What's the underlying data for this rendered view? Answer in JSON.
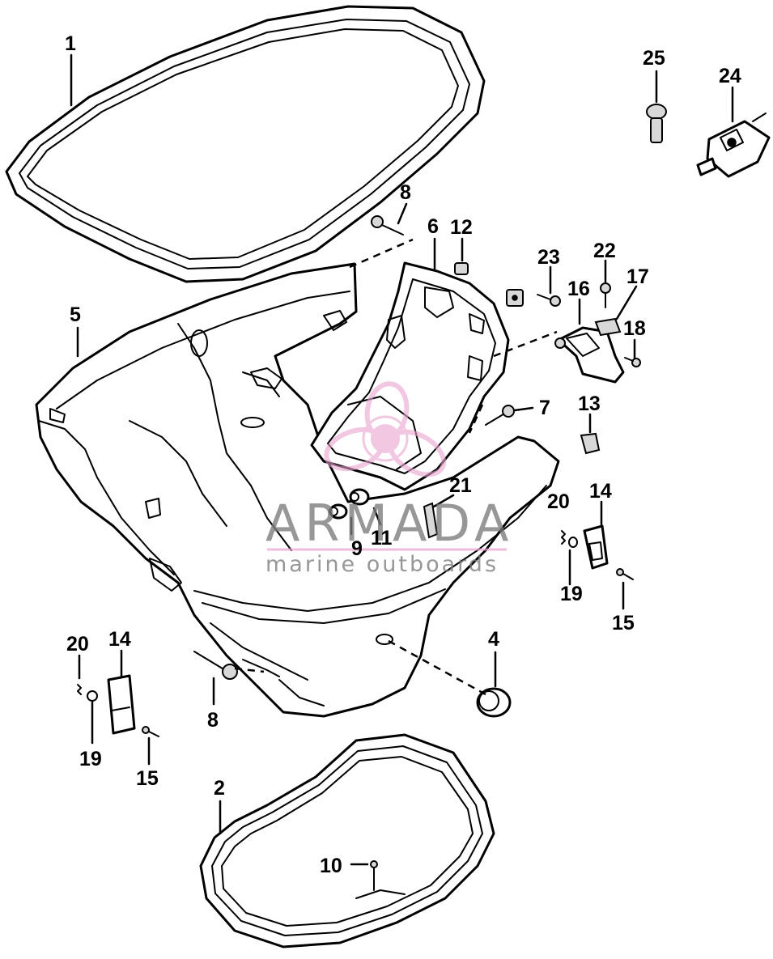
{
  "watermark": {
    "brand": "ARMADA",
    "tagline": "marine outboards",
    "logo_color": "#e9a3cf",
    "text_color": "#7a7a7a"
  },
  "callouts": {
    "p1": "1",
    "p2": "2",
    "p4": "4",
    "p5": "5",
    "p6": "6",
    "p7": "7",
    "p8_top": "8",
    "p8_bottom": "8",
    "p9": "9",
    "p10": "10",
    "p11": "11",
    "p12": "12",
    "p13": "13",
    "p14_right": "14",
    "p14_left": "14",
    "p15_right": "15",
    "p15_left": "15",
    "p16": "16",
    "p17": "17",
    "p18": "18",
    "p19_right": "19",
    "p19_left": "19",
    "p20_right": "20",
    "p20_left": "20",
    "p21": "21",
    "p22": "22",
    "p23": "23",
    "p24": "24",
    "p25": "25"
  }
}
